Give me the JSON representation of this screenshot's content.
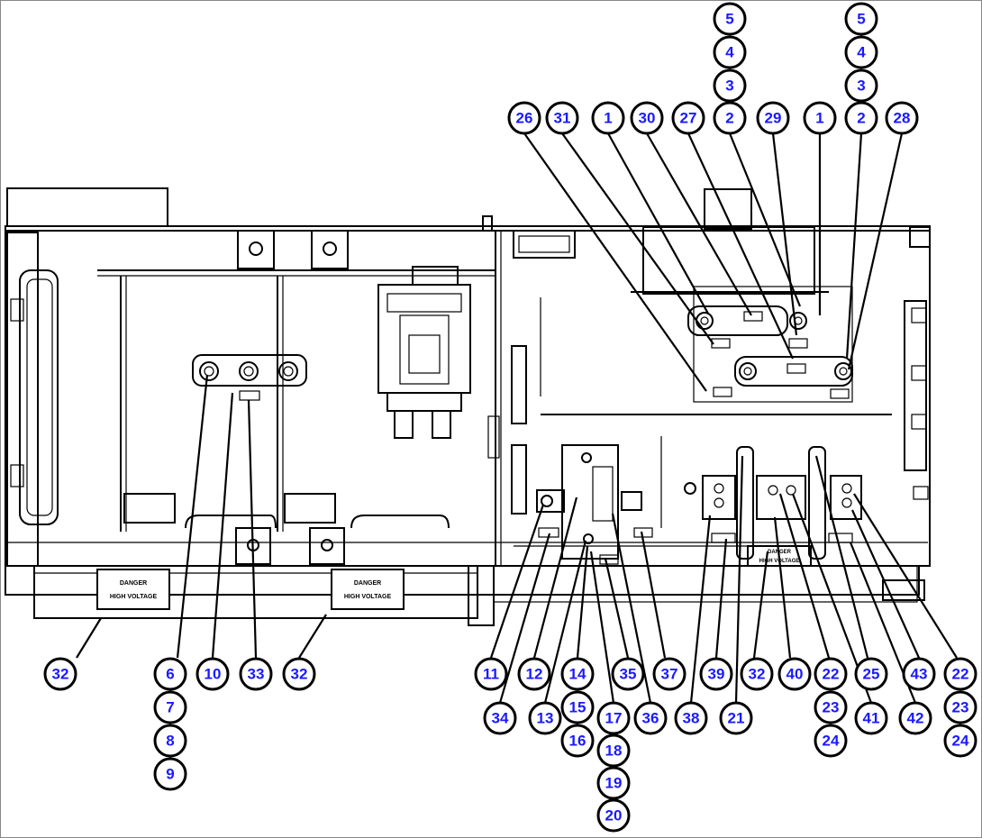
{
  "signs": [
    {
      "line1": "DANGER",
      "line2": "HIGH VOLTAGE"
    },
    {
      "line1": "DANGER",
      "line2": "HIGH VOLTAGE"
    },
    {
      "line1": "DANGER",
      "line2": "HIGH VOLTAGE"
    }
  ],
  "callouts": [
    "32",
    "6",
    "7",
    "8",
    "9",
    "10",
    "33",
    "32",
    "11",
    "34",
    "12",
    "13",
    "14",
    "15",
    "16",
    "35",
    "17",
    "18",
    "19",
    "20",
    "36",
    "37",
    "38",
    "39",
    "21",
    "32",
    "40",
    "22",
    "23",
    "24",
    "41",
    "25",
    "42",
    "43",
    "22",
    "23",
    "24",
    "26",
    "31",
    "1",
    "30",
    "27",
    "2",
    "3",
    "4",
    "5",
    "29",
    "1",
    "2",
    "3",
    "4",
    "5",
    "28"
  ],
  "colors": {
    "callout_text": "#1a1aff",
    "line": "#000000",
    "background": "#ffffff"
  }
}
